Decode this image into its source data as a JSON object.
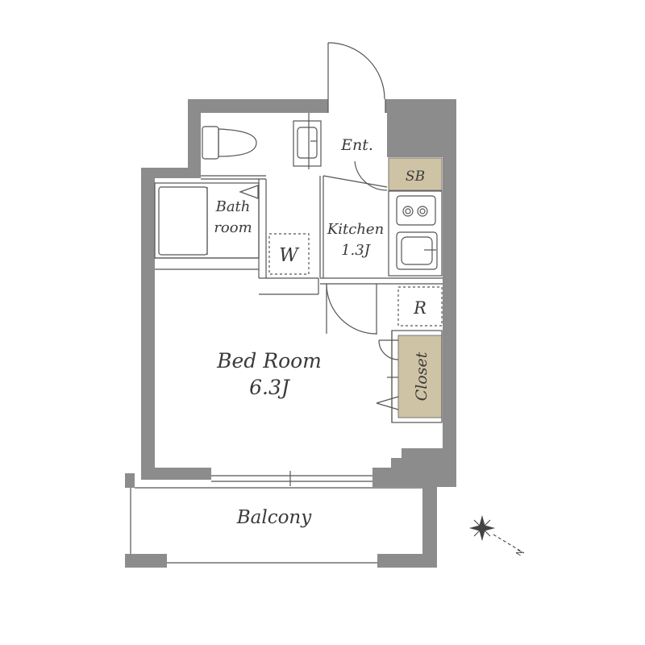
{
  "floorplan": {
    "entrance": "Ent.",
    "shoe_box": "SB",
    "bath_line1": "Bath",
    "bath_line2": "room",
    "washer": "W",
    "kitchen_name": "Kitchen",
    "kitchen_size": "1.3J",
    "fridge": "R",
    "bedroom_name": "Bed Room",
    "bedroom_size": "6.3J",
    "closet": "Closet",
    "balcony": "Balcony",
    "compass_north": "N"
  },
  "colors": {
    "wall": "#8c8c8c",
    "line": "#555555",
    "storage": "#cfc3a5",
    "text": "#3a3a3a"
  }
}
